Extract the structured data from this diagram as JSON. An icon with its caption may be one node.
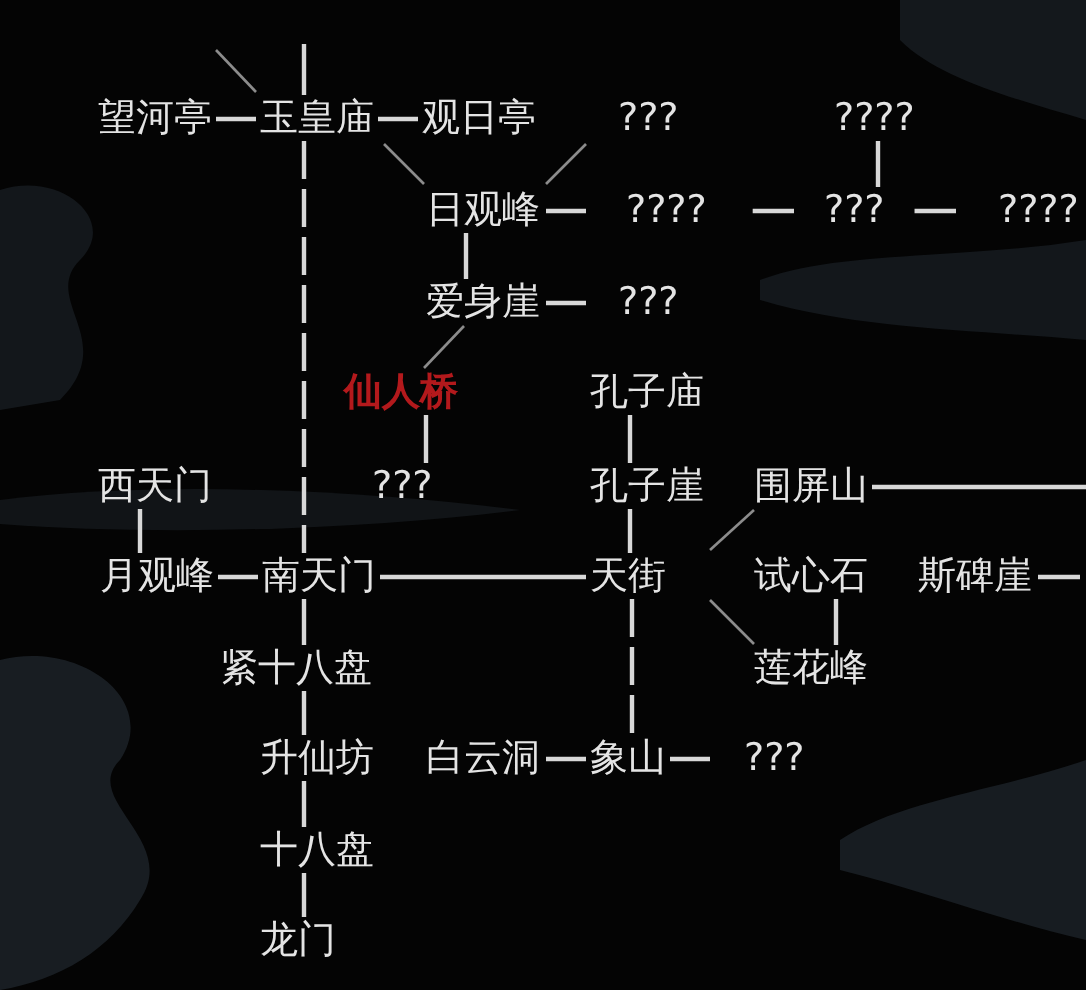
{
  "diagram": {
    "nodes": [
      {
        "text": [
          "望河亭"
        ]
      },
      {
        "text": [
          "玉皇庙"
        ]
      },
      {
        "text": [
          "观日亭"
        ]
      },
      {
        "text": [
          "???"
        ]
      },
      {
        "text": [
          "????"
        ]
      },
      {
        "text": [
          "日观峰"
        ]
      },
      {
        "text": [
          "????"
        ]
      },
      {
        "text": [
          "???"
        ]
      },
      {
        "text": [
          "????"
        ]
      },
      {
        "text": [
          "爱身崖"
        ]
      },
      {
        "text": [
          "???"
        ]
      },
      {
        "text": [
          "仙人桥"
        ]
      },
      {
        "text": [
          "孔子庙"
        ]
      },
      {
        "text": [
          "西天门"
        ]
      },
      {
        "text": [
          "???"
        ]
      },
      {
        "text": [
          "孔子崖"
        ]
      },
      {
        "text": [
          "围屏山"
        ]
      },
      {
        "text": [
          "月观峰"
        ]
      },
      {
        "text": [
          "南天门"
        ]
      },
      {
        "text": [
          "天街"
        ]
      },
      {
        "text": [
          "试心石"
        ]
      },
      {
        "text": [
          "斯碑崖"
        ]
      },
      {
        "text": [
          "紧十八盘"
        ]
      },
      {
        "text": [
          "莲花峰"
        ]
      },
      {
        "text": [
          "升仙坊"
        ]
      },
      {
        "text": [
          "白云洞"
        ]
      },
      {
        "text": [
          "象山"
        ]
      },
      {
        "text": [
          "???"
        ]
      },
      {
        "text": [
          "十八盘"
        ]
      },
      {
        "text": [
          "龙门"
        ]
      }
    ],
    "edges": [
      {
        "from": null,
        "to": 1,
        "arrow": "none"
      },
      {
        "from": null,
        "to": 1,
        "arrow": "none",
        "color": "#8c8c8c"
      },
      {
        "from": 0,
        "to": 1,
        "arrow": "none"
      },
      {
        "from": 1,
        "to": 2,
        "arrow": "none"
      },
      {
        "from": 1,
        "to": 5,
        "arrow": "none",
        "color": "#8c8c8c"
      },
      {
        "from": 5,
        "to": 3,
        "arrow": "none",
        "color": "#8c8c8c"
      },
      {
        "from": 5,
        "to": 6,
        "arrow": "none"
      },
      {
        "from": 6,
        "to": 7,
        "arrow": "none"
      },
      {
        "from": 7,
        "to": 8,
        "arrow": "none"
      },
      {
        "from": 4,
        "to": 7,
        "arrow": "none"
      },
      {
        "from": 5,
        "to": 9,
        "arrow": "none"
      },
      {
        "from": 9,
        "to": 10,
        "arrow": "none"
      },
      {
        "from": 9,
        "to": 11,
        "arrow": "none",
        "color": "#8c8c8c"
      },
      {
        "from": 11,
        "to": 14,
        "arrow": "none"
      },
      {
        "from": 1,
        "to": 18,
        "arrow": "none",
        "style": "dashed"
      },
      {
        "from": 12,
        "to": 15,
        "arrow": "none"
      },
      {
        "from": 15,
        "to": 19,
        "arrow": "none"
      },
      {
        "from": 13,
        "to": 17,
        "arrow": "none"
      },
      {
        "from": 17,
        "to": 18,
        "arrow": "none"
      },
      {
        "from": 18,
        "to": 19,
        "arrow": "none"
      },
      {
        "from": 19,
        "to": 16,
        "arrow": "none",
        "color": "#8c8c8c"
      },
      {
        "from": 19,
        "to": 23,
        "arrow": "none",
        "color": "#8c8c8c"
      },
      {
        "from": 16,
        "to": null,
        "arrow": "none"
      },
      {
        "from": 20,
        "to": 23,
        "arrow": "none"
      },
      {
        "from": 21,
        "to": null,
        "arrow": "none"
      },
      {
        "from": 19,
        "to": 26,
        "arrow": "none",
        "style": "dashed"
      },
      {
        "from": 18,
        "to": 22,
        "arrow": "none"
      },
      {
        "from": 22,
        "to": 24,
        "arrow": "none"
      },
      {
        "from": 24,
        "to": 28,
        "arrow": "none"
      },
      {
        "from": 28,
        "to": 29,
        "arrow": "none"
      },
      {
        "from": 25,
        "to": 26,
        "arrow": "none"
      },
      {
        "from": 26,
        "to": 27,
        "arrow": "none"
      }
    ]
  }
}
